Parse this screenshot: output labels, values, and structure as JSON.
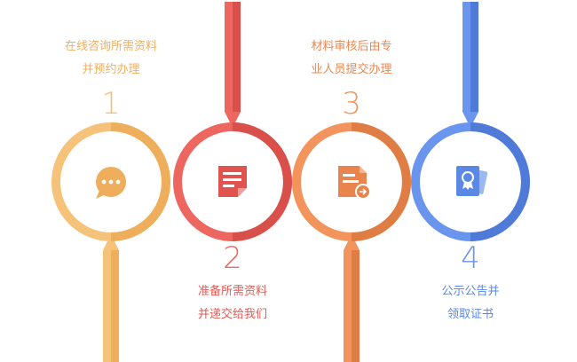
{
  "colors": {
    "yellow": "#f3b867",
    "red": "#e85a55",
    "orange": "#ee8a50",
    "blue": "#5b8ae6"
  },
  "steps": [
    {
      "number": "1",
      "line1": "在线咨询所需资料",
      "line2": "并预约办理",
      "icon": "chat-bubble-icon",
      "color": "#f0b060",
      "stick": "down"
    },
    {
      "number": "2",
      "line1": "准备所需资料",
      "line2": "并递交给我们",
      "icon": "document-icon",
      "color": "#e45a54",
      "stick": "up"
    },
    {
      "number": "3",
      "line1": "材料审核后由专",
      "line2": "业人员提交办理",
      "icon": "document-submit-icon",
      "color": "#ea8750",
      "stick": "down"
    },
    {
      "number": "4",
      "line1": "公示公告并",
      "line2": "领取证书",
      "icon": "certificate-icon",
      "color": "#5a88e4",
      "stick": "up"
    }
  ]
}
